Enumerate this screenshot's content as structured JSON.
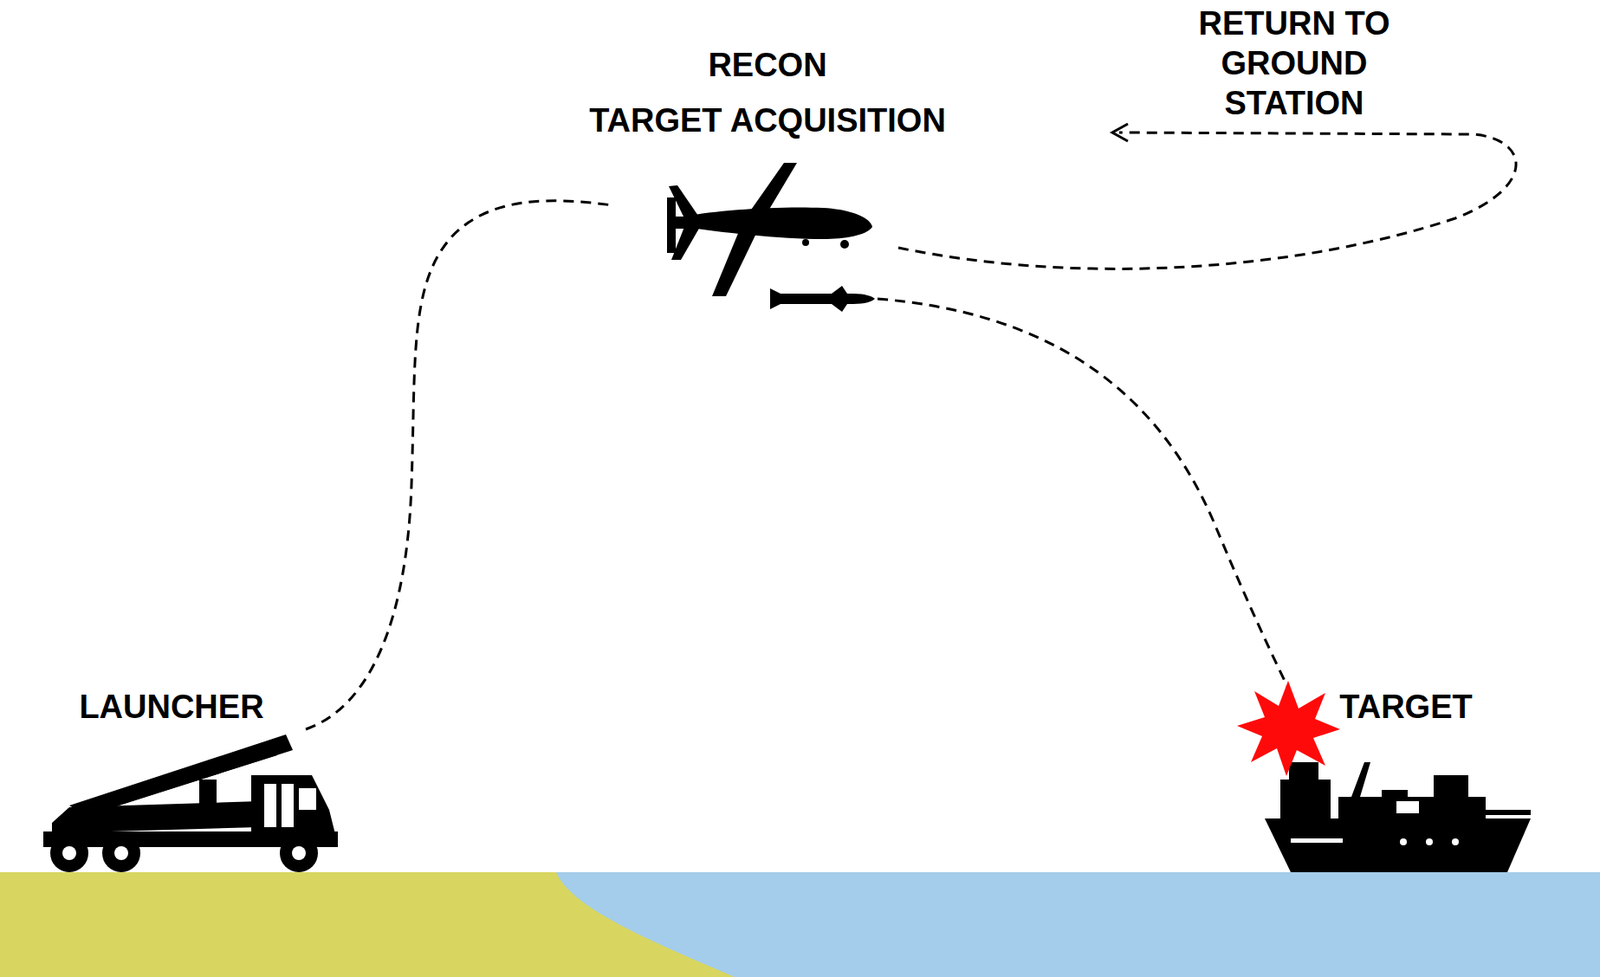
{
  "diagram": {
    "labels": [
      "RETURN TO GROUND STATION",
      "RECON",
      "TARGET ACQUISITION",
      "LAUNCHER",
      "TARGET"
    ]
  }
}
